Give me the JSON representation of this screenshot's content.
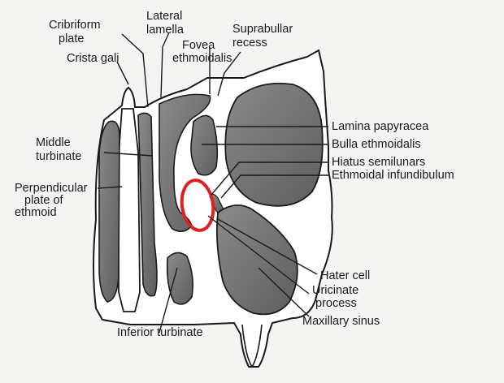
{
  "labels": {
    "cribriform": [
      "Cribriform",
      "plate"
    ],
    "lateral_lamella": [
      "Lateral",
      "lamella"
    ],
    "suprabullar": [
      "Suprabullar",
      "recess"
    ],
    "fovea": [
      "Fovea",
      "ethmoidalis"
    ],
    "crista_gali": "Crista gali",
    "middle_turbinate": [
      "Middle",
      "turbinate"
    ],
    "perpendicular_plate": [
      "Perpendicular",
      "plate of",
      "ethmoid"
    ],
    "lamina_papyracea": "Lamina papyracea",
    "bulla_ethmoidalis": "Bulla ethmoidalis",
    "hiatus_semilunars": "Hiatus semilunars",
    "ethmoidal_infundibulum": "Ethmoidal infundibulum",
    "hater_cell": "Hater cell",
    "uricinate_process": [
      "Uricinate",
      "process"
    ],
    "maxillary_sinus": "Maxillary sinus",
    "inferior_turbinate": "Inferior turbinate"
  },
  "colors": {
    "background": "#f4f4f2",
    "bone": "#ffffff",
    "sinus_fill": "#6f6f6f",
    "outline": "#1a1a1a",
    "highlight_ring": "#e02020"
  }
}
